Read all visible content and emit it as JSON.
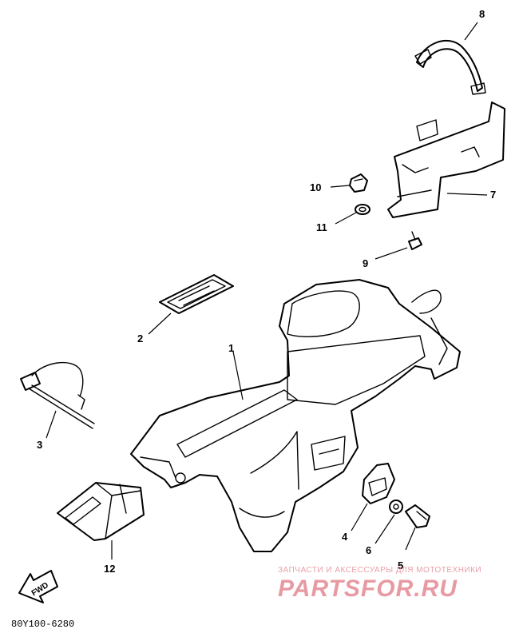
{
  "callouts": {
    "p1": "1",
    "p2": "2",
    "p3": "3",
    "p4": "4",
    "p5": "5",
    "p6": "6",
    "p7": "7",
    "p8": "8",
    "p9": "9",
    "p10": "10",
    "p11": "11",
    "p12": "12"
  },
  "fwd_label": "FWD",
  "drawing_code": "80Y100-6280",
  "watermark": {
    "tagline": "ЗАПЧАСТИ И АКСЕССУАРЫ ДЛЯ МОТОТЕХНИКИ",
    "brand": "PARTSFOR.RU",
    "color": "#e89aa3"
  },
  "icons": [
    "fwd-arrow-icon"
  ]
}
